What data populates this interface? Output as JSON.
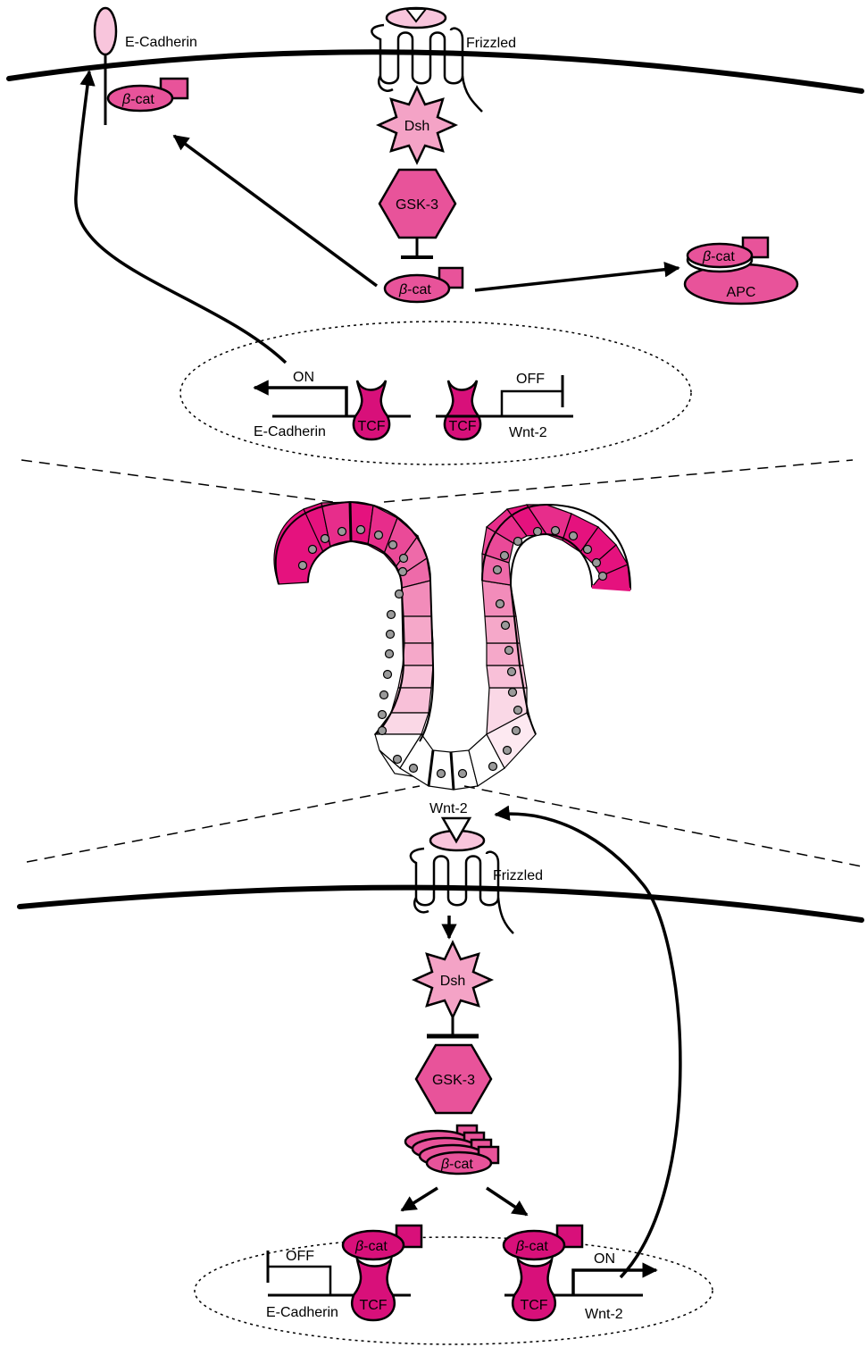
{
  "colors": {
    "light_pink": "#f8c5dc",
    "mid_pink": "#f4a3c6",
    "hot_pink": "#e8539a",
    "magenta": "#d8107a",
    "gradient": [
      "#e5127e",
      "#e72d8b",
      "#ea4a98",
      "#ee6aa9",
      "#f28cba",
      "#f5a8c9",
      "#f8c0d8",
      "#fad8e6",
      "#fde9f1",
      "#ffffff"
    ]
  },
  "top_panel": {
    "ecadherin_label": "E-Cadherin",
    "frizzled_label": "Frizzled",
    "dsh_label": "Dsh",
    "gsk3_label": "GSK-3",
    "bcat_greek": "β",
    "bcat_suffix": "-cat",
    "apc_label": "APC",
    "on_label": "ON",
    "off_label": "OFF",
    "tcf_label": "TCF",
    "gene_left_label": "E-Cadherin",
    "gene_right_label": "Wnt-2"
  },
  "bottom_panel": {
    "wnt2_label": "Wnt-2",
    "frizzled_label": "Frizzled",
    "dsh_label": "Dsh",
    "gsk3_label": "GSK-3",
    "bcat_greek": "β",
    "bcat_suffix": "-cat",
    "on_label": "ON",
    "off_label": "OFF",
    "tcf_label": "TCF",
    "gene_left_label": "E-Cadherin",
    "gene_right_label": "Wnt-2"
  }
}
